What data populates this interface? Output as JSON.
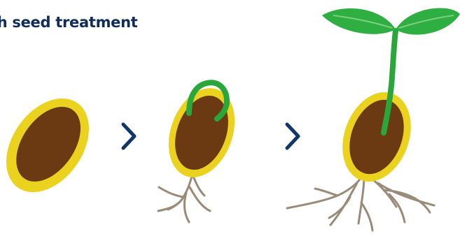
{
  "title": "th seed treatment",
  "colors": {
    "title": "#0f2d5c",
    "arrow": "#123667",
    "seed_coat": "#ead21f",
    "seed_body": "#6b3a12",
    "shoot": "#29a73b",
    "leaf": "#2fae42",
    "leaf_vein": "#7bd07f",
    "root": "#9a8a78"
  },
  "stages": [
    {
      "name": "seed",
      "icon": "seed-icon"
    },
    {
      "name": "germinating seed",
      "icon": "germinating-seed-icon"
    },
    {
      "name": "seedling",
      "icon": "seedling-icon"
    }
  ],
  "arrows": [
    {
      "icon": "chevron-right-icon"
    },
    {
      "icon": "chevron-right-icon"
    }
  ]
}
